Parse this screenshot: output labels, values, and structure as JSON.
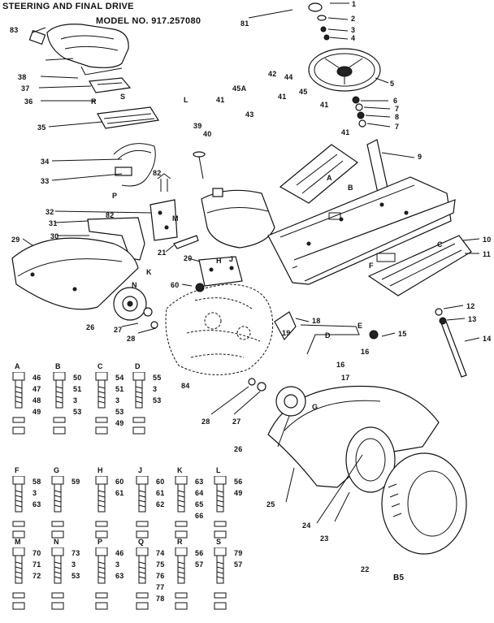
{
  "header": {
    "line1": "STEERING AND FINAL DRIVE",
    "line2": "MODEL NO. 917.257080"
  },
  "page_code": "B5",
  "callouts": [
    {
      "id": "1",
      "t": "1"
    },
    {
      "id": "2",
      "t": "2"
    },
    {
      "id": "3",
      "t": "3"
    },
    {
      "id": "4",
      "t": "4"
    },
    {
      "id": "5",
      "t": "5"
    },
    {
      "id": "6",
      "t": "6"
    },
    {
      "id": "7a",
      "t": "7"
    },
    {
      "id": "8",
      "t": "8"
    },
    {
      "id": "7b",
      "t": "7"
    },
    {
      "id": "9",
      "t": "9"
    },
    {
      "id": "10",
      "t": "10"
    },
    {
      "id": "11",
      "t": "11"
    },
    {
      "id": "12",
      "t": "12"
    },
    {
      "id": "13",
      "t": "13"
    },
    {
      "id": "14",
      "t": "14"
    },
    {
      "id": "15",
      "t": "15"
    },
    {
      "id": "16a",
      "t": "16"
    },
    {
      "id": "16b",
      "t": "16"
    },
    {
      "id": "17",
      "t": "17"
    },
    {
      "id": "18",
      "t": "18"
    },
    {
      "id": "19",
      "t": "19"
    },
    {
      "id": "20",
      "t": "20"
    },
    {
      "id": "21",
      "t": "21"
    },
    {
      "id": "22",
      "t": "22"
    },
    {
      "id": "23",
      "t": "23"
    },
    {
      "id": "24",
      "t": "24"
    },
    {
      "id": "25",
      "t": "25"
    },
    {
      "id": "26a",
      "t": "26"
    },
    {
      "id": "26b",
      "t": "26"
    },
    {
      "id": "27a",
      "t": "27"
    },
    {
      "id": "27b",
      "t": "27"
    },
    {
      "id": "28a",
      "t": "28"
    },
    {
      "id": "28b",
      "t": "28"
    },
    {
      "id": "29",
      "t": "29"
    },
    {
      "id": "30",
      "t": "30"
    },
    {
      "id": "31",
      "t": "31"
    },
    {
      "id": "32",
      "t": "32"
    },
    {
      "id": "33",
      "t": "33"
    },
    {
      "id": "34",
      "t": "34"
    },
    {
      "id": "35",
      "t": "35"
    },
    {
      "id": "36",
      "t": "36"
    },
    {
      "id": "37",
      "t": "37"
    },
    {
      "id": "38",
      "t": "38"
    },
    {
      "id": "39",
      "t": "39"
    },
    {
      "id": "40",
      "t": "40"
    },
    {
      "id": "41a",
      "t": "41"
    },
    {
      "id": "41b",
      "t": "41"
    },
    {
      "id": "41c",
      "t": "41"
    },
    {
      "id": "41d",
      "t": "41"
    },
    {
      "id": "42",
      "t": "42"
    },
    {
      "id": "43",
      "t": "43"
    },
    {
      "id": "44",
      "t": "44"
    },
    {
      "id": "45",
      "t": "45"
    },
    {
      "id": "45a",
      "t": "45A"
    },
    {
      "id": "60",
      "t": "60"
    },
    {
      "id": "81",
      "t": "81"
    },
    {
      "id": "82a",
      "t": "82"
    },
    {
      "id": "82b",
      "t": "82"
    },
    {
      "id": "83",
      "t": "83"
    },
    {
      "id": "84",
      "t": "84"
    }
  ],
  "letters": {
    "A": "A",
    "B": "B",
    "C": "C",
    "D": "D",
    "E": "E",
    "F": "F",
    "G": "G",
    "H": "H",
    "J": "J",
    "K": "K",
    "L": "L",
    "M": "M",
    "N": "N",
    "P": "P",
    "R": "R",
    "S": "S"
  },
  "hardware": [
    {
      "head": "A",
      "nums": [
        "46",
        "47",
        "48",
        "49"
      ]
    },
    {
      "head": "B",
      "nums": [
        "50",
        "51",
        "3",
        "53"
      ]
    },
    {
      "head": "C",
      "nums": [
        "54",
        "51",
        "3",
        "53",
        "49"
      ]
    },
    {
      "head": "D",
      "nums": [
        "55",
        "3",
        "53"
      ]
    },
    {
      "head": "F",
      "nums": [
        "58",
        "3",
        "63"
      ]
    },
    {
      "head": "G",
      "nums": [
        "59"
      ]
    },
    {
      "head": "H",
      "nums": [
        "60",
        "61"
      ]
    },
    {
      "head": "J",
      "nums": [
        "60",
        "61",
        "62"
      ]
    },
    {
      "head": "K",
      "nums": [
        "63",
        "64",
        "65",
        "66"
      ]
    },
    {
      "head": "L",
      "nums": [
        "56",
        "49"
      ]
    },
    {
      "head": "M",
      "nums": [
        "70",
        "71",
        "72"
      ]
    },
    {
      "head": "N",
      "nums": [
        "73",
        "3",
        "53"
      ]
    },
    {
      "head": "P",
      "nums": [
        "46",
        "3",
        "63"
      ]
    },
    {
      "head": "Q",
      "nums": [
        "74",
        "75",
        "76",
        "77",
        "78"
      ]
    },
    {
      "head": "R",
      "nums": [
        "56",
        "57"
      ]
    },
    {
      "head": "S",
      "nums": [
        "79",
        "57"
      ]
    }
  ]
}
